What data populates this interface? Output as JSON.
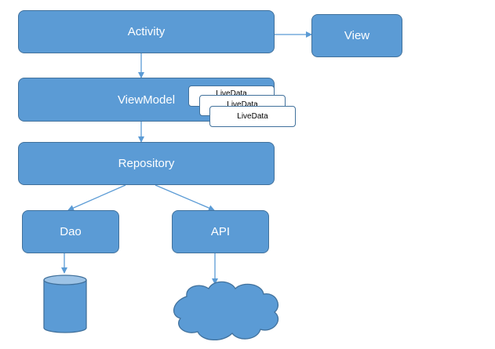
{
  "colors": {
    "box_fill": "#5b9bd5",
    "box_border": "#41719c",
    "connector": "#5b9bd5",
    "card_fill": "#ffffff",
    "text_light": "#ffffff",
    "text_dark": "#000000"
  },
  "nodes": {
    "activity": "Activity",
    "view": "View",
    "viewmodel": "ViewModel",
    "repository": "Repository",
    "dao": "Dao",
    "api": "API"
  },
  "livedata_cards": [
    "LiveData",
    "LiveData",
    "LiveData"
  ],
  "shapes": {
    "database": "database-cylinder-icon",
    "cloud": "cloud-icon"
  }
}
